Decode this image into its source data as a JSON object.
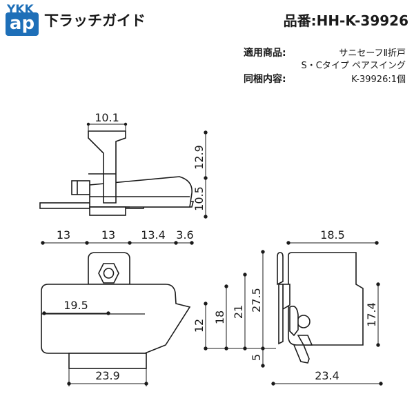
{
  "header": {
    "logo_top": "YKK",
    "logo_bottom": "ap",
    "title": "下ラッチガイド",
    "part_number": "品番:HH-K-39926"
  },
  "info": {
    "applicable_label": "適用商品:",
    "applicable_value_1": "サニセーフⅡ折戸",
    "applicable_value_2": "S・Cタイプ ペアスイング",
    "contents_label": "同梱内容:",
    "contents_value": "K-39926:1個"
  },
  "dimensions": {
    "top_width": "10.1",
    "top_height_upper": "12.9",
    "top_height_lower": "10.5",
    "front_w1": "13",
    "front_w2": "13",
    "front_w3": "13.4",
    "front_w4": "3.6",
    "front_inner": "19.5",
    "front_bottom": "23.9",
    "side_h1": "12",
    "side_h2": "18",
    "side_h3": "21",
    "side_h4": "27.5",
    "side_h5": "5",
    "side_top": "18.5",
    "side_right": "17.4",
    "side_bottom": "23.4"
  },
  "colors": {
    "logo_blue": "#1e6fb8",
    "line": "#1a1a1a",
    "part_fill": "#ffffff"
  }
}
